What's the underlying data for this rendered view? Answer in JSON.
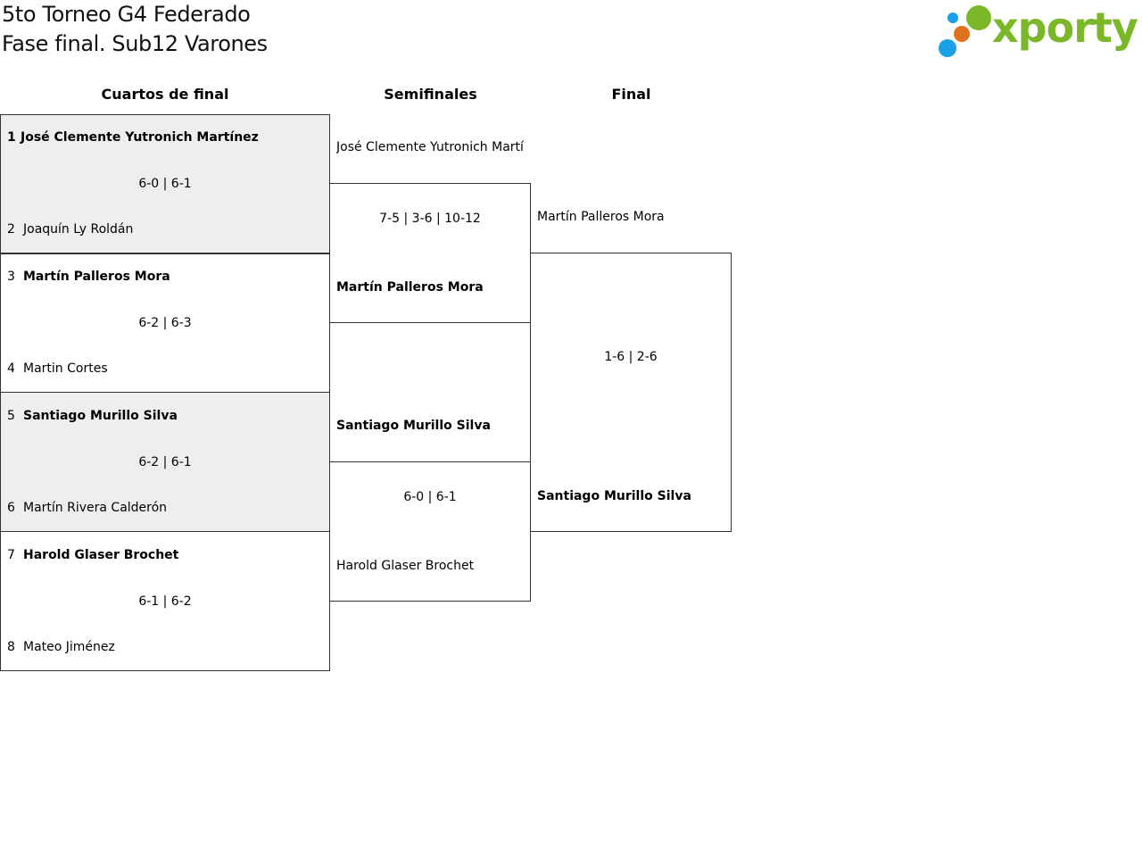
{
  "title": {
    "line1": "5to Torneo G4 Federado",
    "line2": "Fase final. Sub12 Varones"
  },
  "logo": {
    "text": "xporty",
    "colors": {
      "green": "#7ab829",
      "orange": "#e2711d",
      "blue": "#1aa0e6"
    }
  },
  "rounds": {
    "quarterfinals": "Cuartos de final",
    "semifinals": "Semifinales",
    "final": "Final"
  },
  "quarterfinals": [
    {
      "player1": {
        "seed": "1",
        "name": "José Clemente Yutronich Martínez",
        "winner": true
      },
      "score": "6-0 | 6-1",
      "player2": {
        "seed": "2",
        "name": "Joaquín Ly Roldán",
        "winner": false
      }
    },
    {
      "player1": {
        "seed": "3",
        "name": "Martín Palleros Mora",
        "winner": true
      },
      "score": "6-2 | 6-3",
      "player2": {
        "seed": "4",
        "name": "Martin Cortes",
        "winner": false
      }
    },
    {
      "player1": {
        "seed": "5",
        "name": "Santiago Murillo Silva",
        "winner": true
      },
      "score": "6-2 | 6-1",
      "player2": {
        "seed": "6",
        "name": "Martín Rivera Calderón",
        "winner": false
      }
    },
    {
      "player1": {
        "seed": "7",
        "name": "Harold Glaser Brochet",
        "winner": true
      },
      "score": "6-1 | 6-2",
      "player2": {
        "seed": "8",
        "name": "Mateo Jiménez",
        "winner": false
      }
    }
  ],
  "semifinals": [
    {
      "player1": "José Clemente Yutronich Martí",
      "score": "7-5 | 3-6 | 10-12",
      "player2": "Martín Palleros Mora"
    },
    {
      "player1": "Santiago Murillo Silva",
      "score": "6-0 | 6-1",
      "player2": "Harold Glaser Brochet"
    }
  ],
  "final": {
    "player1": "Martín Palleros Mora",
    "score": "1-6 | 2-6",
    "player2": "Santiago Murillo Silva"
  }
}
